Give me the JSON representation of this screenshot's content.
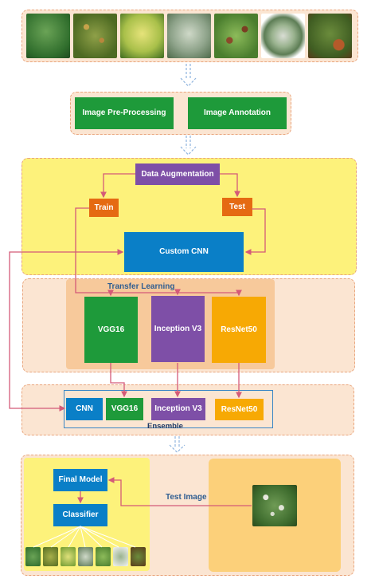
{
  "preprocess": {
    "image_preprocessing": "Image Pre-Processing",
    "image_annotation": "Image Annotation"
  },
  "augmentation": {
    "data_augmentation": "Data Augmentation",
    "train": "Train",
    "test": "Test",
    "custom_cnn": "Custom CNN"
  },
  "transfer": {
    "title": "Transfer Learning",
    "models": [
      "VGG16",
      "Inception V3",
      "ResNet50"
    ]
  },
  "ensemble": {
    "title": "Ensemble",
    "items": [
      "CNN",
      "VGG16",
      "Inception V3",
      "ResNet50"
    ]
  },
  "final": {
    "final_model": "Final Model",
    "classifier": "Classifier",
    "test_image": "Test Image"
  },
  "colors": {
    "green": "#1e9a3a",
    "purple": "#7e4fa7",
    "orange": "#e56a12",
    "blue": "#0a7fc7",
    "amber": "#f7a904",
    "yellow_bg": "#fdf27b",
    "peach_bg": "#fbe5d2",
    "connector": "#d45a78",
    "flow_arrow": "#8fb4de"
  },
  "icons": [
    "leaf-photo",
    "down-arrow-icon"
  ]
}
